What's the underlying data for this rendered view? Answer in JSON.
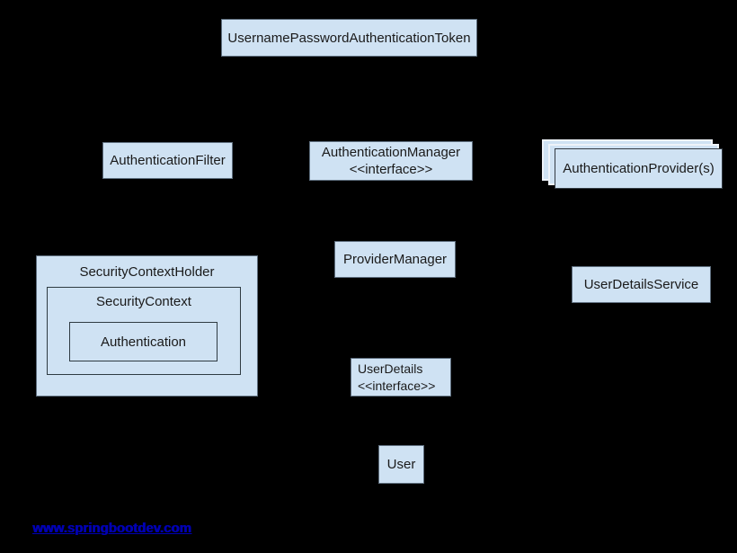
{
  "diagram": {
    "description": "Spring Security authentication architecture diagram on black background",
    "nodes": {
      "token": {
        "label": "UsernamePasswordAuthenticationToken"
      },
      "auth_filter": {
        "label": "AuthenticationFilter"
      },
      "auth_manager": {
        "label": "AuthenticationManager",
        "stereotype": "<<interface>>"
      },
      "auth_providers": {
        "label": "AuthenticationProvider(s)",
        "stacked_copies": 3
      },
      "provider_manager": {
        "label": "ProviderManager"
      },
      "security_context_holder": {
        "label": "SecurityContextHolder"
      },
      "security_context": {
        "label": "SecurityContext"
      },
      "authentication": {
        "label": "Authentication"
      },
      "user_details_service": {
        "label": "UserDetailsService"
      },
      "user_details": {
        "label": "UserDetails",
        "stereotype": "<<interface>>"
      },
      "user": {
        "label": "User"
      }
    },
    "footer": {
      "link_text": "www.springbootdev.com"
    },
    "colors": {
      "background": "#000000",
      "node_fill": "#cfe2f3",
      "node_border": "#5e6e7e",
      "inner_node_border": "#2f3b42",
      "stack_outline": "#eef3f9",
      "text": "#1a1a1a",
      "link": "#0000b2"
    }
  }
}
